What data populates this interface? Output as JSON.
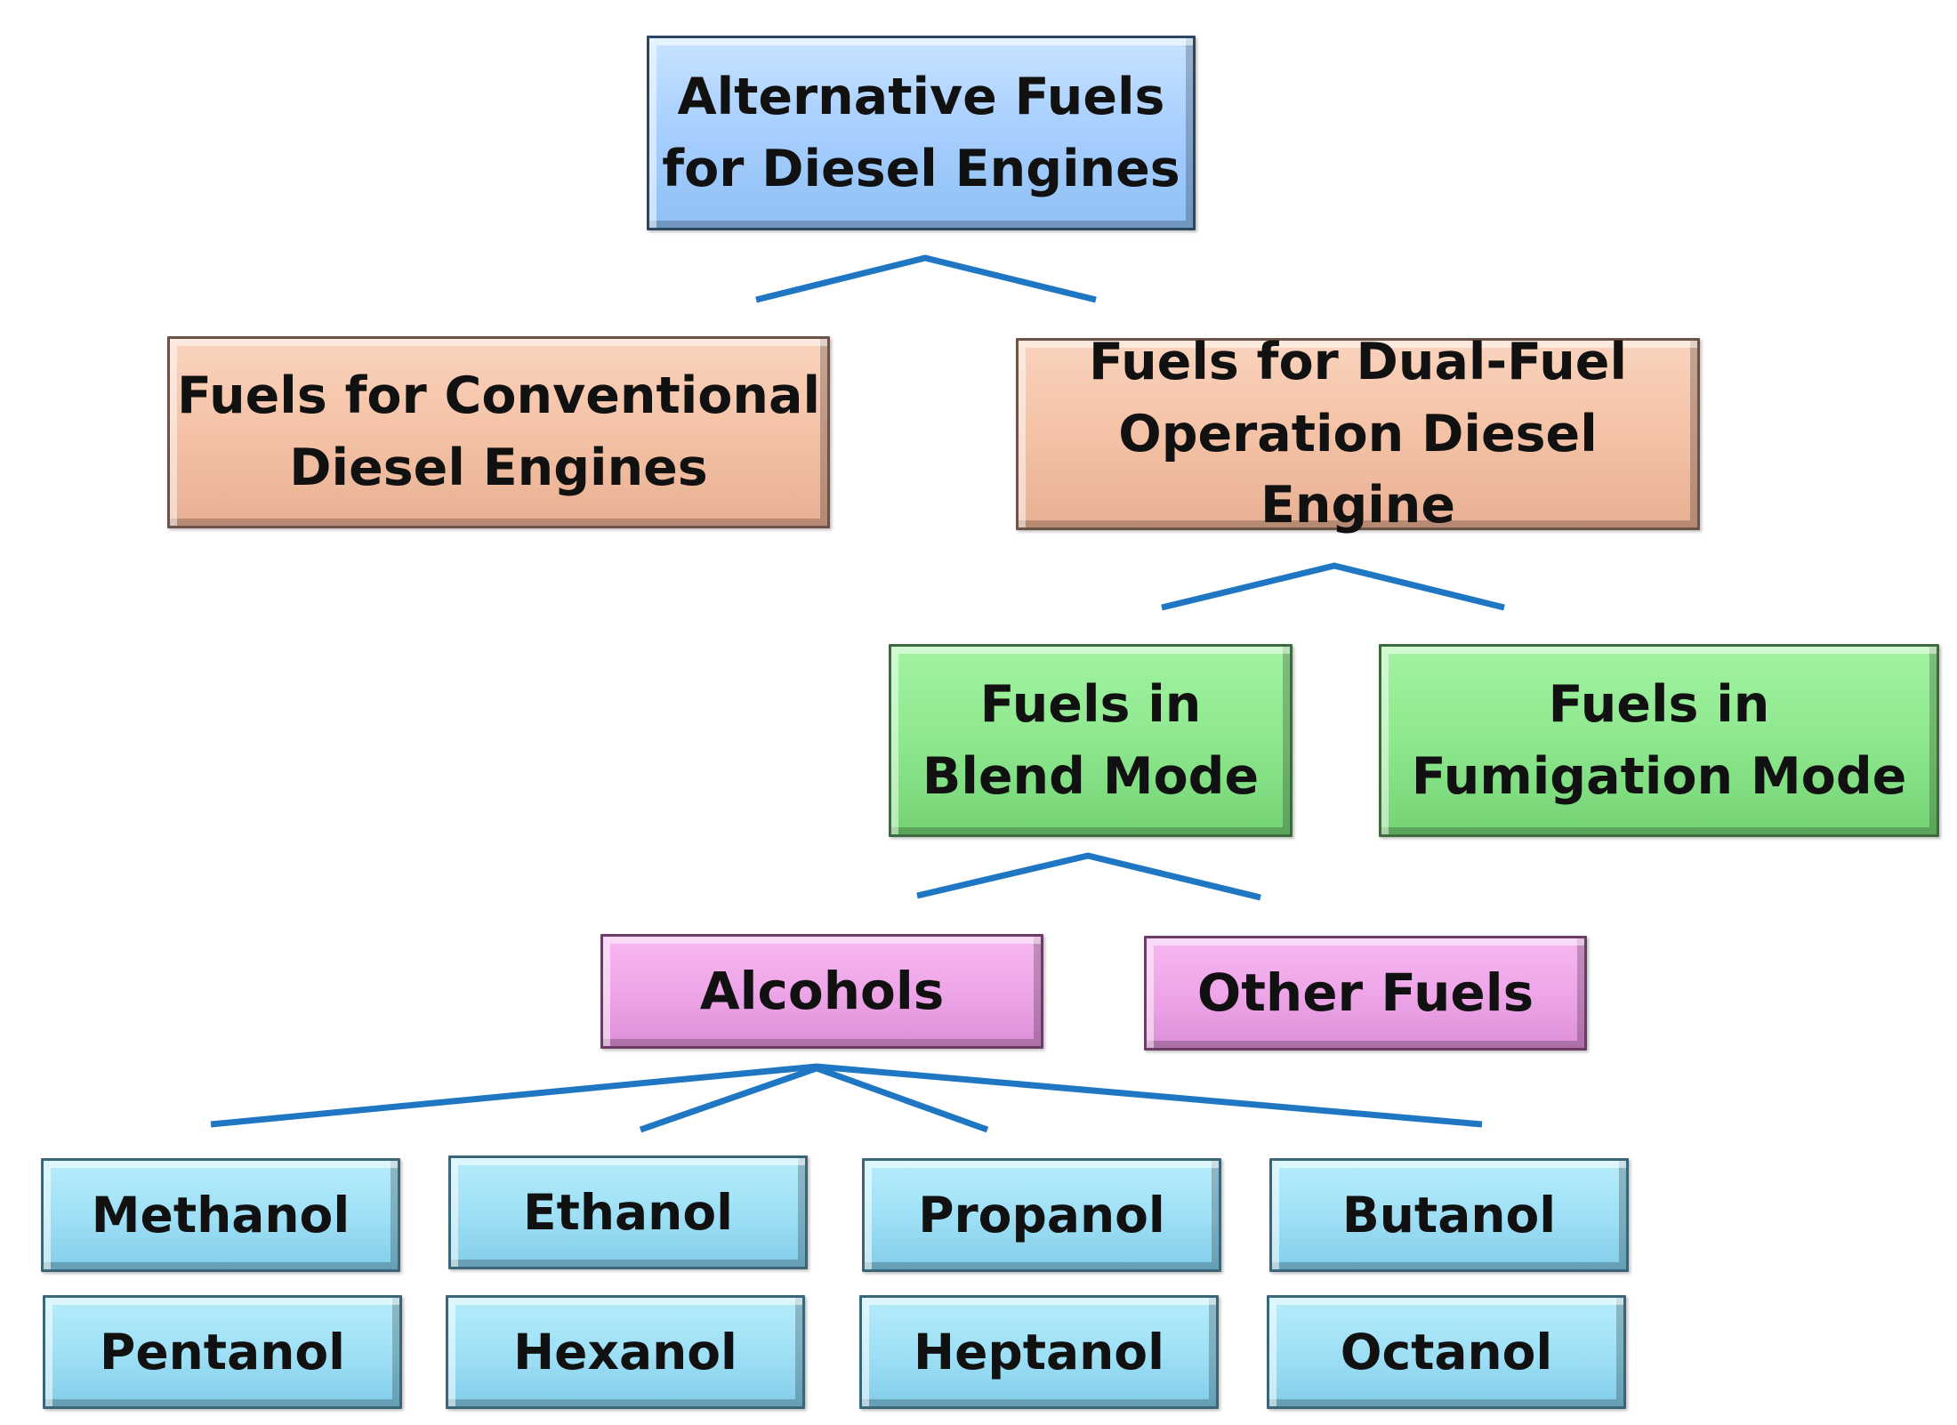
{
  "colors": {
    "root": "#a9d0ff",
    "level1": "#f4c2a6",
    "level2": "#8ee88e",
    "level3": "#eea6e8",
    "leaf": "#9fe0f6",
    "connector": "#1f77c4"
  },
  "root": {
    "label": "Alternative Fuels\nfor Diesel Engines"
  },
  "engine_types": {
    "conventional": "Fuels for Conventional\nDiesel Engines",
    "dual_fuel": "Fuels for Dual-Fuel\nOperation Diesel Engine"
  },
  "modes": {
    "blend": "Fuels in\nBlend Mode",
    "fumigation": "Fuels in\nFumigation Mode"
  },
  "categories": {
    "alcohols": "Alcohols",
    "other": "Other Fuels"
  },
  "alcohols": [
    "Methanol",
    "Ethanol",
    "Propanol",
    "Butanol",
    "Pentanol",
    "Hexanol",
    "Heptanol",
    "Octanol"
  ]
}
